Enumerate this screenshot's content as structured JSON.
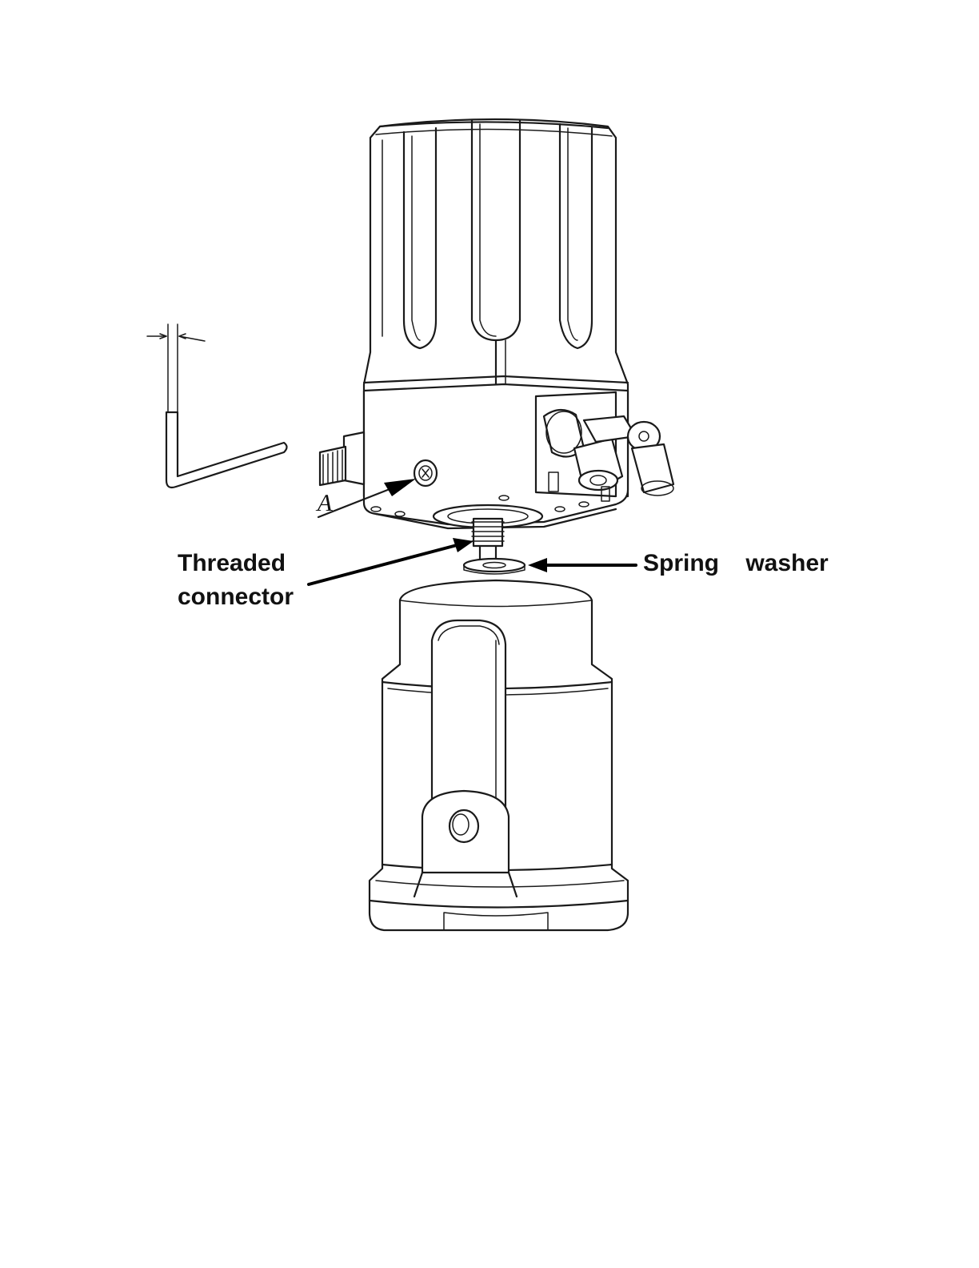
{
  "labels": {
    "threaded_connector_line1": "Threaded",
    "threaded_connector_line2": "connector",
    "spring_washer": "Spring    washer",
    "view_marker": "A"
  },
  "colors": {
    "line": "#1a1a1a",
    "background": "#ffffff"
  }
}
